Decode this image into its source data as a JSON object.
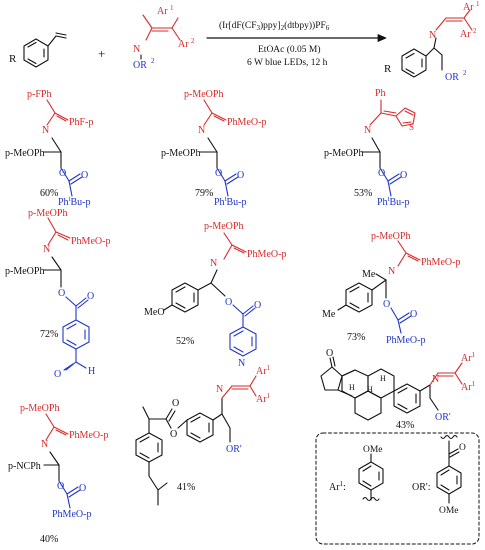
{
  "scheme": {
    "reaction": {
      "r_label": "R",
      "ar1": "Ar",
      "ar1_sup": "1",
      "ar2": "Ar",
      "ar2_sup": "2",
      "n_label": "N",
      "or_label": "OR",
      "or_sup": "2",
      "plus": "+",
      "catalyst": "(Ir[dF(CF",
      "catalyst_sub": "3",
      "catalyst_tail": ")ppy]",
      "catalyst_sub2": "2",
      "catalyst_tail2": "(dtbpy))PF",
      "catalyst_sub3": "6",
      "solvent": "EtOAc (0.05 M)",
      "light": "6 W blue LEDs, 12 h"
    },
    "products": [
      {
        "amine_label": "p-FPh",
        "imine_right": "PhF-p",
        "left_label": "p-MeOPh",
        "ester_label": "Ph",
        "ester_sup": "t",
        "ester_tail": "Bu-p",
        "yield": "60%"
      },
      {
        "amine_label": "p-MeOPh",
        "imine_right": "PhMeO-p",
        "left_label": "p-MeOPh",
        "ester_label": "Ph",
        "ester_sup": "t",
        "ester_tail": "Bu-p",
        "yield": "79%"
      },
      {
        "amine_label": "Ph",
        "left_label": "p-MeOPh",
        "ester_label": "Ph",
        "ester_sup": "t",
        "ester_tail": "Bu-p",
        "yield": "53%"
      },
      {
        "amine_label": "p-MeOPh",
        "imine_right": "PhMeO-p",
        "left_label": "p-MeOPh",
        "aldehyde": "H",
        "yield": "72%"
      },
      {
        "amine_label": "p-MeOPh",
        "imine_right": "PhMeO-p",
        "meo_label": "MeO",
        "pyridine_n": "N",
        "yield": "52%"
      },
      {
        "amine_label": "p-MeOPh",
        "imine_right": "PhMeO-p",
        "me_label": "Me",
        "tolyl_me": "Me",
        "ester_label": "PhMeO-p",
        "yield": "73%"
      },
      {
        "amine_label": "p-MeOPh",
        "imine_right": "PhMeO-p",
        "left_label": "p-NCPh",
        "ester_label": "PhMeO-p",
        "yield": "40%"
      },
      {
        "ar1": "Ar",
        "ar1_sup": "1",
        "n_label": "N",
        "or_label": "OR'",
        "yield": "41%"
      },
      {
        "ar1": "Ar",
        "ar1_sup": "1",
        "n_label": "N",
        "or_label": "OR'",
        "yield": "43%"
      }
    ],
    "legend": {
      "ar1_label": "Ar",
      "ar1_sup": "1",
      "ar1_colon": ":",
      "ome_top": "OMe",
      "or_label": "OR':",
      "ome_bottom": "OMe"
    },
    "colors": {
      "amine_red": "#d62b2b",
      "ester_blue": "#1f35c8",
      "black": "#111111"
    }
  }
}
